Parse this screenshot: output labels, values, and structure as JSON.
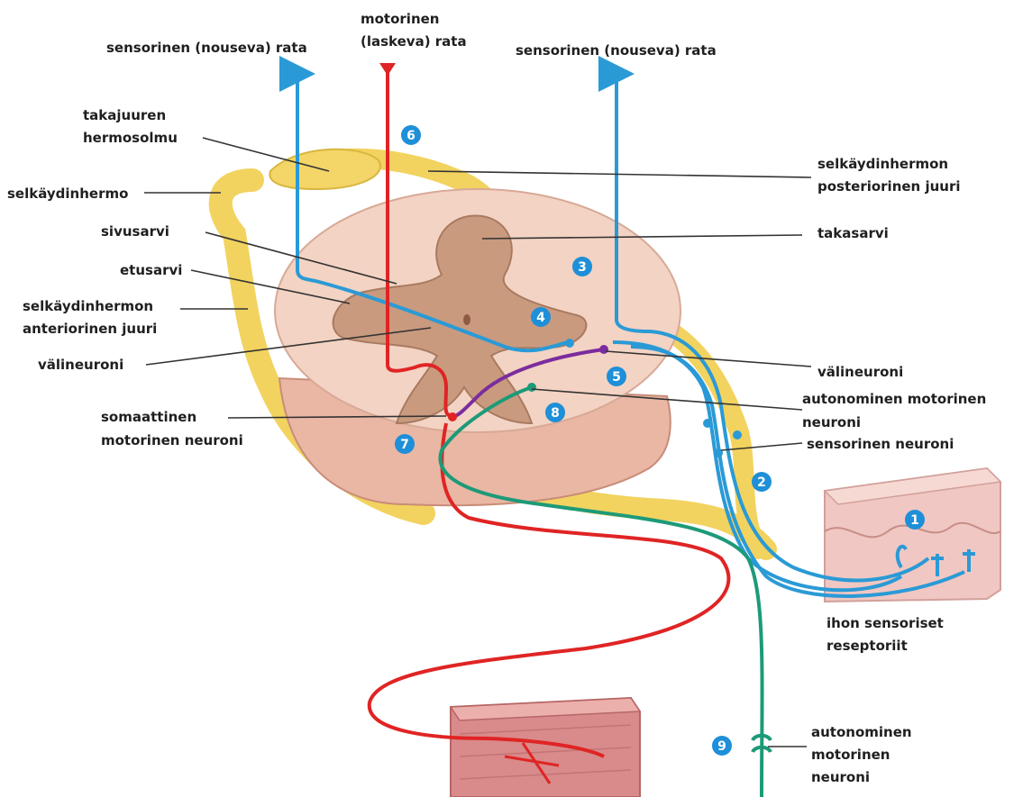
{
  "labels": {
    "sensory_top_left": "sensorinen (nouseva) rata",
    "motor_top_line1": "motorinen",
    "motor_top_line2": "(laskeva) rata",
    "sensory_top_right": "sensorinen (nouseva) rata",
    "dorsal_ganglion_line1": "takajuuren",
    "dorsal_ganglion_line2": "hermosolmu",
    "spinal_nerve": "selkäydinhermo",
    "lateral_horn": "sivusarvi",
    "ventral_horn": "etusarvi",
    "anterior_root_line1": "selkäydinhermon",
    "anterior_root_line2": "anteriorinen juuri",
    "interneuron_left": "välineuroni",
    "somatic_motor_line1": "somaattinen",
    "somatic_motor_line2": "motorinen neuroni",
    "posterior_root_line1": "selkäydinhermon",
    "posterior_root_line2": "posteriorinen juuri",
    "dorsal_horn": "takasarvi",
    "interneuron_right": "välineuroni",
    "autonomic_motor_right_line1": "autonominen motorinen",
    "autonomic_motor_right_line2": "neuroni",
    "sensory_neuron": "sensorinen neuroni",
    "skin_receptors_line1": "ihon sensoriset",
    "skin_receptors_line2": "reseptoriit",
    "autonomic_motor_bottom_line1": "autonominen",
    "autonomic_motor_bottom_line2": "motorinen",
    "autonomic_motor_bottom_line3": "neuroni"
  },
  "markers": [
    "1",
    "2",
    "3",
    "4",
    "5",
    "6",
    "7",
    "8",
    "9"
  ],
  "colors": {
    "sensory": "#2a9ad6",
    "motor": "#e02424",
    "autonomic": "#1d9a78",
    "interneuron": "#7b2c9e",
    "nerve": "#f2d35f",
    "white_matter": "#f3d3c3",
    "grey_matter": "#c99a7e",
    "marker": "#1e8fd8"
  }
}
